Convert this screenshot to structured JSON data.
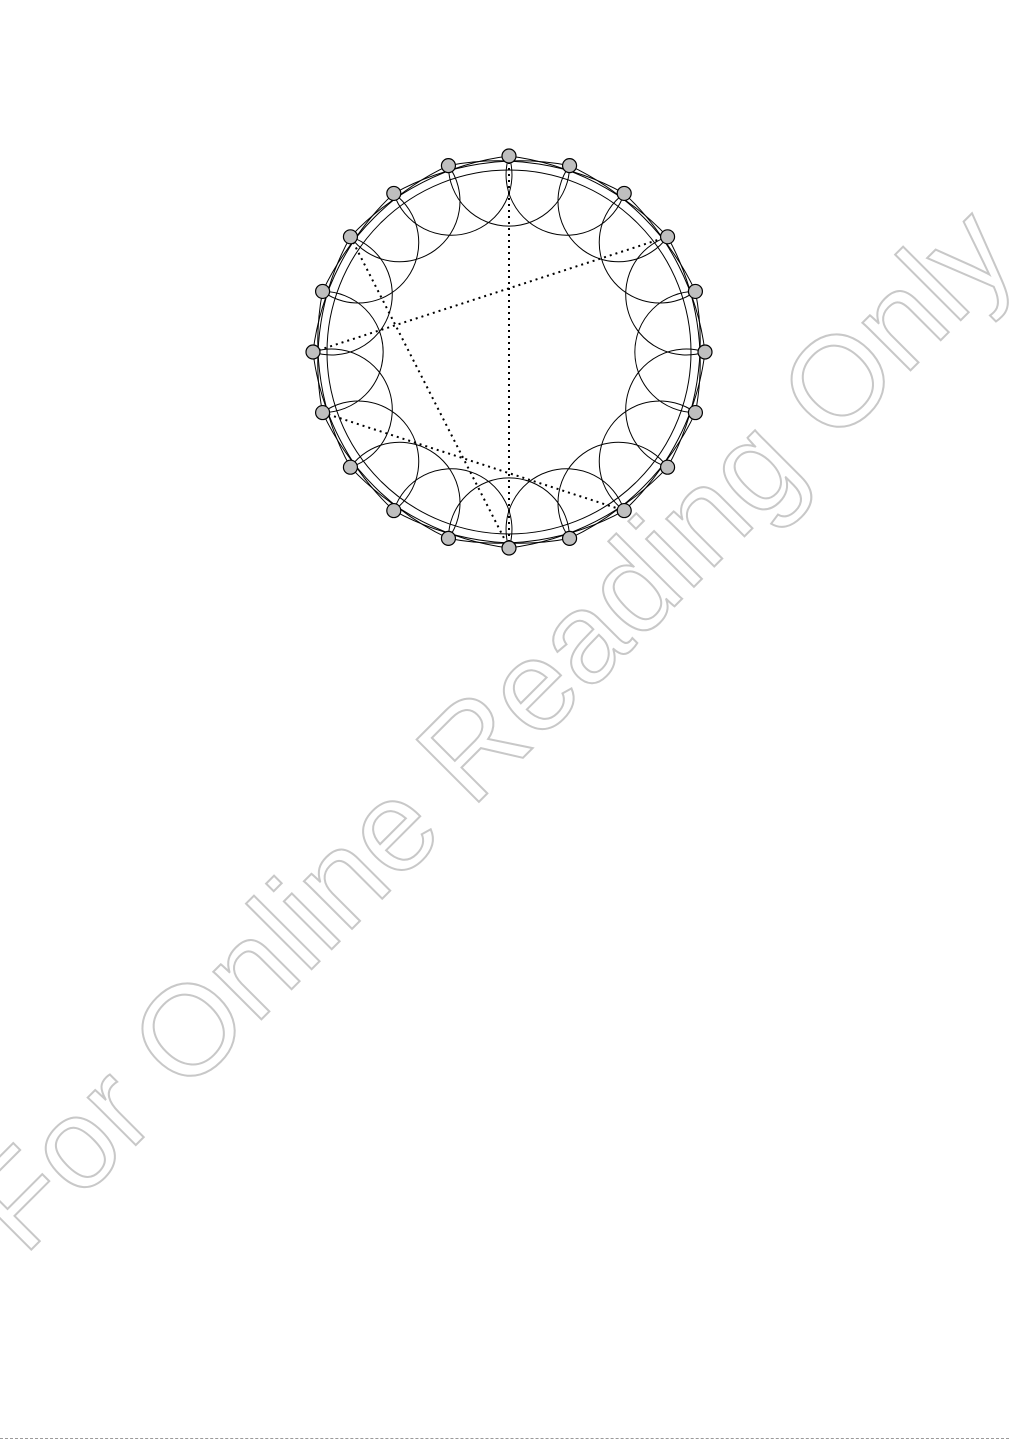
{
  "diagram": {
    "node_count": 20,
    "chord_pairs": [
      [
        0,
        10
      ],
      [
        3,
        10
      ],
      [
        6,
        12
      ],
      [
        5,
        17
      ]
    ],
    "colors": {
      "stroke": "#000000",
      "node_fill": "#bfbfbf",
      "node_stroke": "#000000",
      "dotted_line": "#000000"
    }
  },
  "watermark": {
    "text": "For Online Reading Only",
    "color": "#c8c8c8"
  }
}
